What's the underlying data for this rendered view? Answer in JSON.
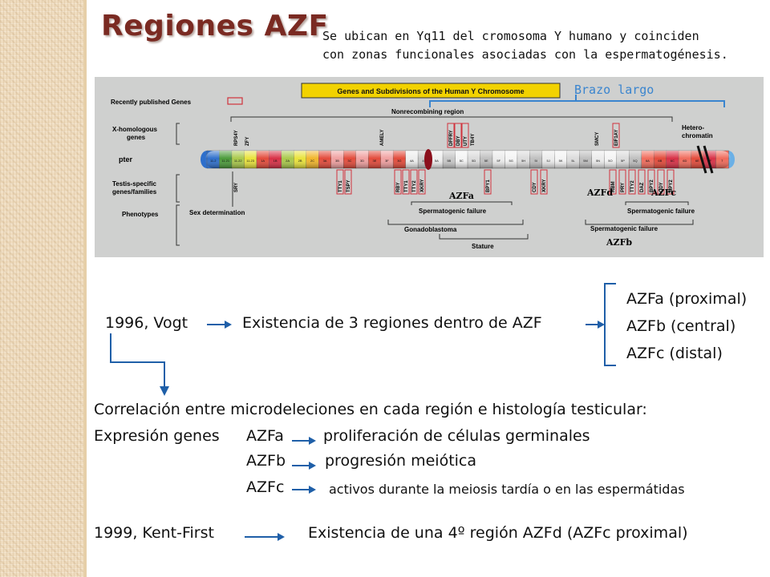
{
  "slide": {
    "title": "Regiones AZF",
    "subtitle_line1": "Se ubican en Yq11 del cromosoma Y humano y coinciden",
    "subtitle_line2": "con zonas funcionales asociadas con la espermatogénesis."
  },
  "figure": {
    "header": "Genes and Subdivisions of the Human Y Chromosome",
    "brazo_largo": "Brazo largo",
    "recently_published": "Recently published Genes",
    "nonrecombining": "Nonrecombining region",
    "heterochromatin": "Hetero-\nchromatin",
    "x_homologous": "X-homologous genes",
    "pter": "pter",
    "testis_specific": "Testis-specific genes/families",
    "phenotypes": "Phenotypes",
    "sex_determination": "Sex determination",
    "azfa": "AZFa",
    "azfb": "AZFb",
    "azfc": "AZFc",
    "azfd": "AZFd",
    "spermatogenic_failure": "Spermatogenic failure",
    "gonadoblastoma": "Gonadoblastoma",
    "stature": "Stature",
    "genes_top": [
      "RPS4Y",
      "ZFY",
      "AMELY",
      "DFFRY",
      "DBY",
      "UTY",
      "TB4Y",
      "SMCY",
      "EIF1AY"
    ],
    "genes_bottom": [
      "SRY",
      "TTY1",
      "TSPY",
      "RBY",
      "TTY1",
      "TTY2",
      "XKRY",
      "BPY1",
      "CDY",
      "XKRY",
      "RBM",
      "PRY",
      "TTY2",
      "DAZ",
      "BPY2",
      "CDY",
      "BPY2"
    ],
    "bands": [
      "11.2",
      "11.21",
      "11.22",
      "11.23",
      "1A",
      "1B",
      "2A",
      "2B",
      "2C",
      "3A",
      "3B",
      "3C",
      "3D",
      "3E",
      "3F",
      "3G",
      "4A",
      "4B",
      "5A",
      "5B",
      "5C",
      "5D",
      "5E",
      "5F",
      "5G",
      "5H",
      "5I",
      "5J",
      "5K",
      "5L",
      "5M",
      "5N",
      "5O",
      "5P",
      "5Q",
      "6A",
      "6B",
      "6C",
      "6D",
      "6E",
      "6F",
      "7"
    ]
  },
  "vogt": {
    "year": "1996, Vogt",
    "statement": "Existencia de 3 regiones dentro de AZF",
    "regions": [
      "AZFa (proximal)",
      "AZFb (central)",
      "AZFc (distal)"
    ]
  },
  "correlation": {
    "heading": "Correlación entre microdeleciones en cada región e histología testicular:",
    "expresion_label": "Expresión genes",
    "rows": [
      {
        "region": "AZFa",
        "desc": "proliferación de células germinales"
      },
      {
        "region": "AZFb",
        "desc": "progresión meiótica"
      },
      {
        "region": "AZFc",
        "desc": "activos durante la meiosis tardía o en las espermátidas"
      }
    ]
  },
  "kent": {
    "year": "1999, Kent-First",
    "statement": "Existencia de una 4º región AZFd  (AZFc proximal)"
  },
  "colors": {
    "title": "#7a2a22",
    "arrow": "#1f5fa8",
    "brazo_label": "#3a85cf",
    "figure_bg": "#cfd0cf",
    "gene_box": "#d0323c"
  }
}
